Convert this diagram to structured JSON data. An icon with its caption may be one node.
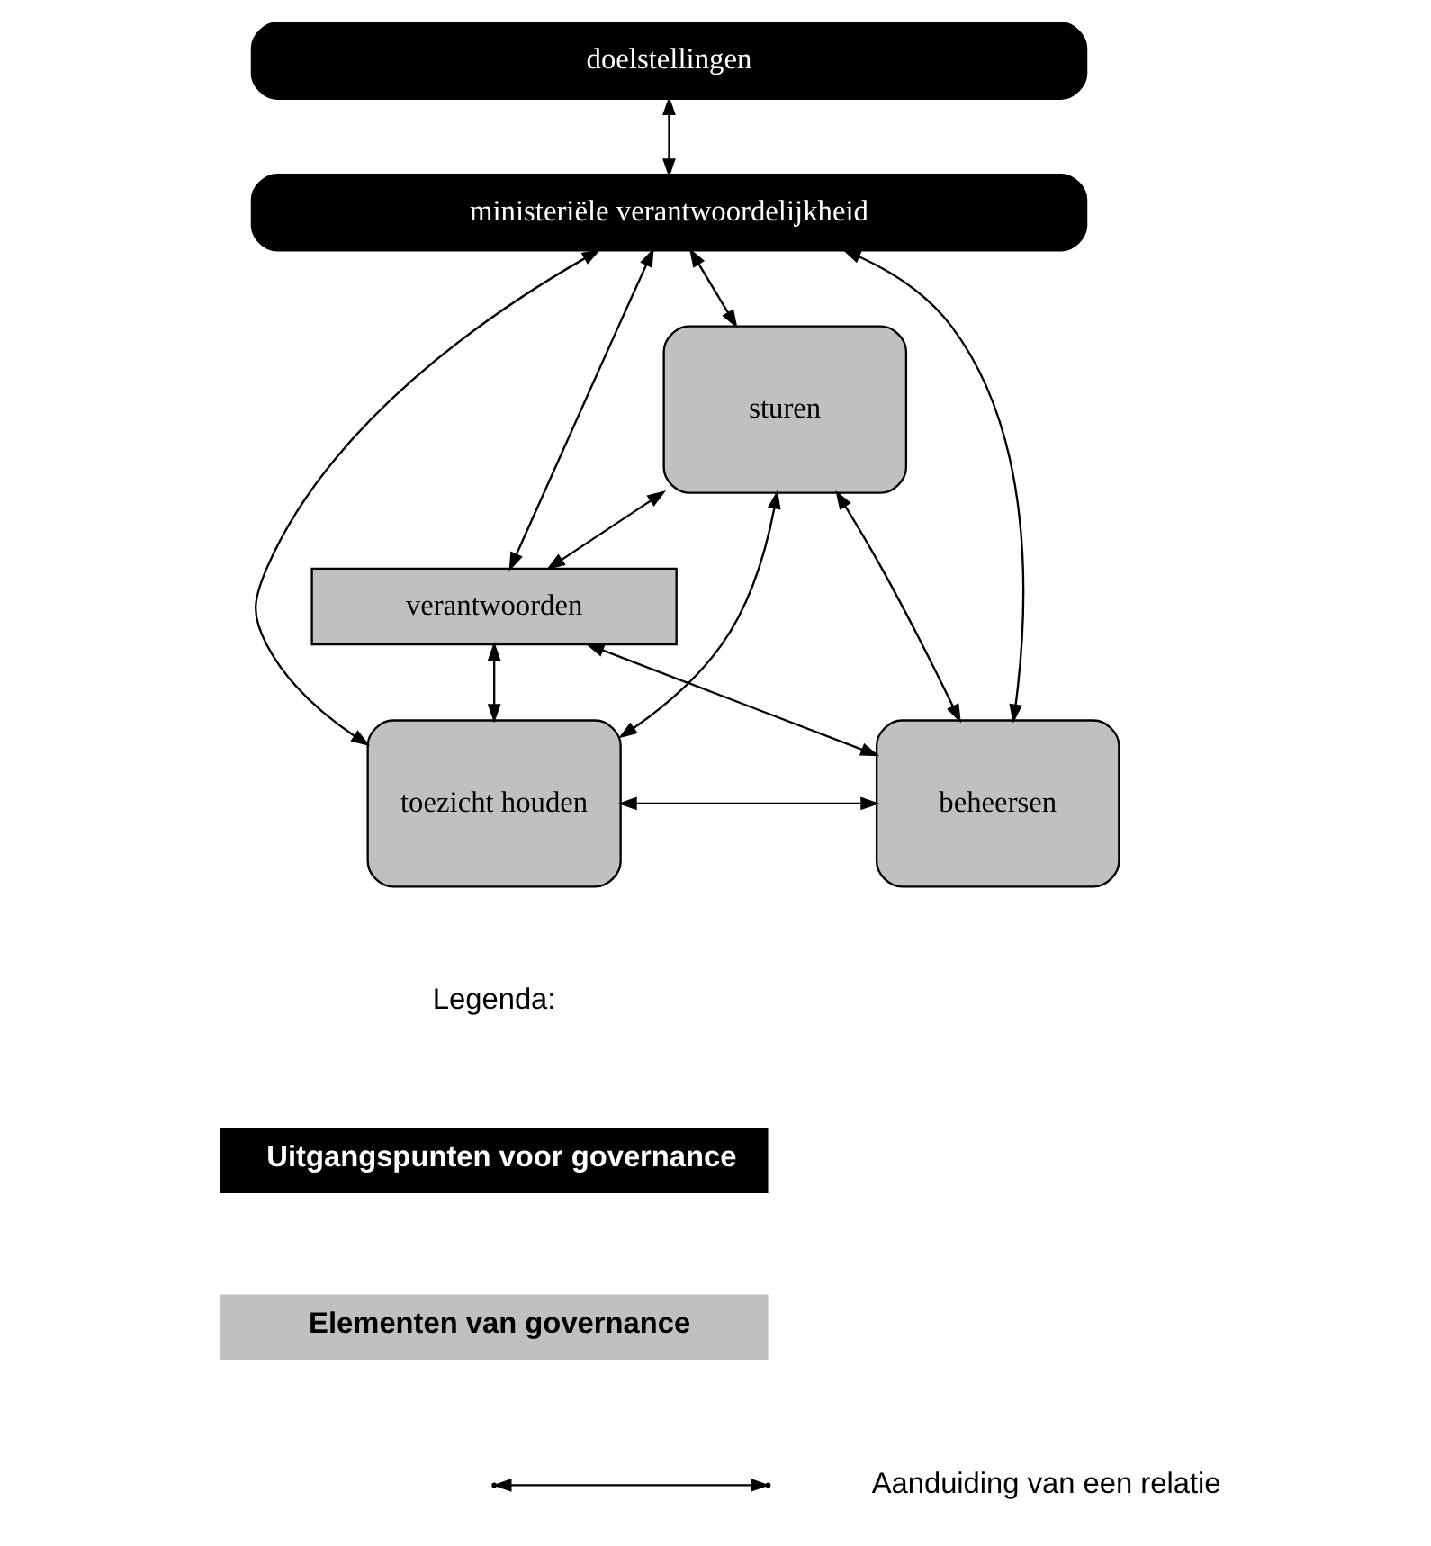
{
  "diagram": {
    "nodes": [
      {
        "text": [
          "doelstellingen"
        ]
      },
      {
        "text": [
          "ministeriële verantwoordelijkheid"
        ]
      },
      {
        "text": [
          "sturen"
        ]
      },
      {
        "text": [
          "verantwoorden"
        ]
      },
      {
        "text": [
          "toezicht houden"
        ]
      },
      {
        "text": [
          "beheersen"
        ]
      }
    ],
    "edges": [
      {
        "from": 0,
        "to": 1,
        "arrow": "both"
      },
      {
        "from": 1,
        "to": 4,
        "arrow": "both"
      },
      {
        "from": 1,
        "to": 2,
        "arrow": "both"
      },
      {
        "from": 1,
        "to": 3,
        "arrow": "both"
      },
      {
        "from": 1,
        "to": 5,
        "arrow": "both"
      },
      {
        "from": 2,
        "to": 4,
        "arrow": "both"
      },
      {
        "from": 2,
        "to": 3,
        "arrow": "both"
      },
      {
        "from": 2,
        "to": 5,
        "arrow": "both"
      },
      {
        "from": 3,
        "to": 4,
        "arrow": "both"
      },
      {
        "from": 3,
        "to": 5,
        "arrow": "both"
      },
      {
        "from": 4,
        "to": 5,
        "arrow": "both"
      }
    ],
    "labels": [
      "Legenda:"
    ],
    "legend": [
      {
        "text": "Uitgangspunten voor governance",
        "color": "#000000"
      },
      {
        "text": "Elementen van governance",
        "color": "#c0c0c0"
      },
      {
        "text": "Aanduiding van een relatie"
      }
    ]
  }
}
